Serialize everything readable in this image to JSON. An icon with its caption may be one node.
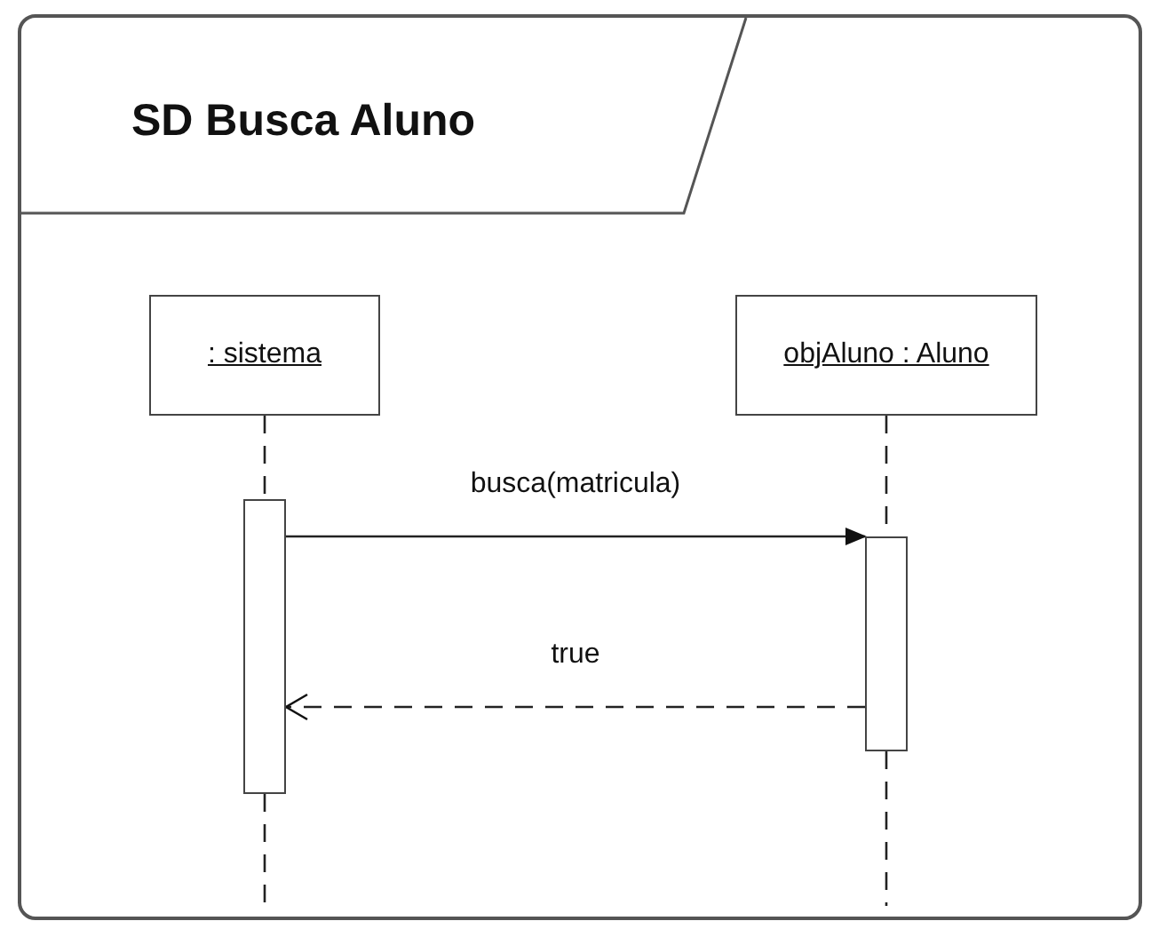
{
  "diagram": {
    "nodes": [
      {
        "text": [
          "SD Busca Aluno"
        ]
      },
      {
        "text": [
          ": sistema"
        ],
        "in": 0
      },
      {
        "text": [
          "objAluno : Aluno"
        ],
        "in": 0
      },
      {
        "text": [],
        "shape": "bar",
        "in": 0
      },
      {
        "text": [],
        "shape": "bar",
        "in": 0
      }
    ],
    "edges": [
      {
        "from": 1,
        "to": 3,
        "arrow": "none",
        "style": "dashed"
      },
      {
        "from": 3,
        "to": null,
        "arrow": "none",
        "style": "dashed"
      },
      {
        "from": 2,
        "to": 4,
        "arrow": "none",
        "style": "dashed"
      },
      {
        "from": 4,
        "to": null,
        "arrow": "none",
        "style": "dashed"
      },
      {
        "from": 3,
        "to": 4,
        "arrow": "to",
        "label": "busca(matricula)"
      },
      {
        "from": 4,
        "to": 3,
        "arrow": "to",
        "label": "true",
        "style": "dashed"
      }
    ]
  }
}
